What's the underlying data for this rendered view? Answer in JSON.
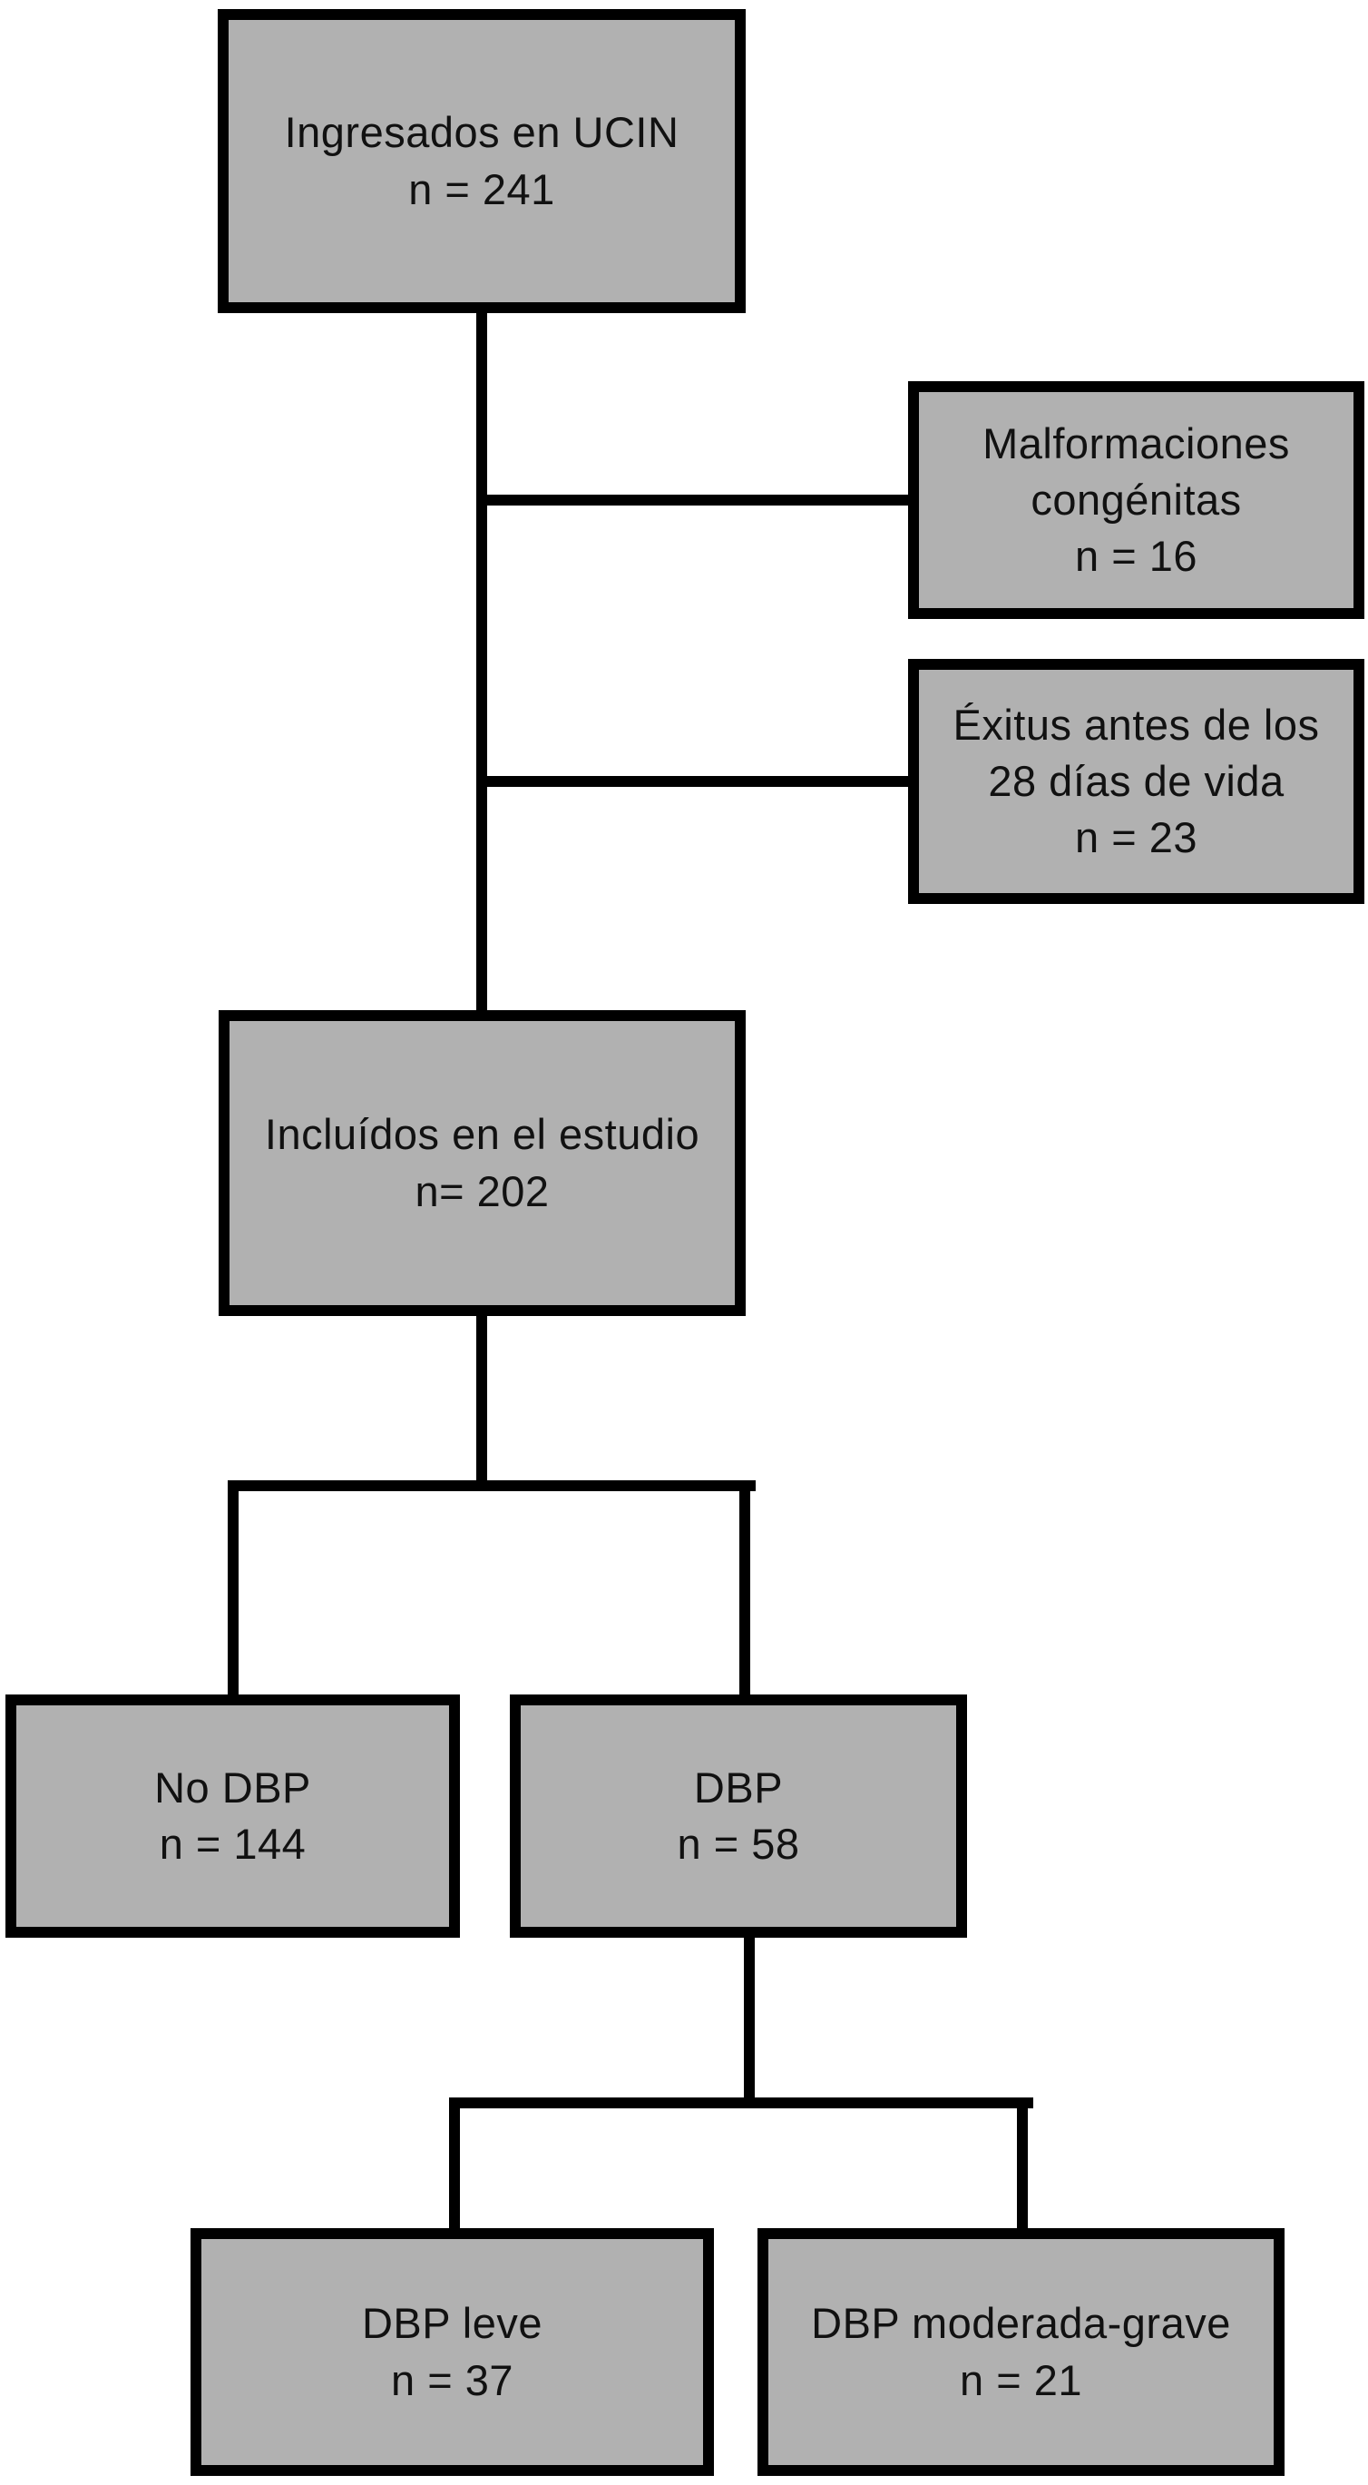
{
  "diagram": {
    "type": "flowchart",
    "language": "es",
    "background_color": "#ffffff",
    "box_fill_color": "#b1b1b1",
    "box_border_color": "#000000",
    "line_color": "#000000",
    "text_color": "#111111",
    "nodes": [
      {
        "id": "admitted",
        "lines": [
          "Ingresados en UCIN",
          "n = 241"
        ]
      },
      {
        "id": "malformations",
        "lines": [
          "Malformaciones",
          "congénitas",
          "n = 16"
        ]
      },
      {
        "id": "deaths",
        "lines": [
          "Éxitus antes de los",
          "28 días de vida",
          "n = 23"
        ]
      },
      {
        "id": "included",
        "lines": [
          "Incluídos en el estudio",
          "n= 202"
        ]
      },
      {
        "id": "no_dbp",
        "lines": [
          "No DBP",
          "n = 144"
        ]
      },
      {
        "id": "dbp",
        "lines": [
          "DBP",
          "n = 58"
        ]
      },
      {
        "id": "dbp_mild",
        "lines": [
          "DBP leve",
          "n = 37"
        ]
      },
      {
        "id": "dbp_moderate_severe",
        "lines": [
          "DBP moderada-grave",
          "n = 21"
        ]
      }
    ],
    "edges": [
      {
        "from": "admitted",
        "to": "malformations"
      },
      {
        "from": "admitted",
        "to": "deaths"
      },
      {
        "from": "admitted",
        "to": "included"
      },
      {
        "from": "included",
        "to": "no_dbp"
      },
      {
        "from": "included",
        "to": "dbp"
      },
      {
        "from": "dbp",
        "to": "dbp_mild"
      },
      {
        "from": "dbp",
        "to": "dbp_moderate_severe"
      }
    ]
  }
}
